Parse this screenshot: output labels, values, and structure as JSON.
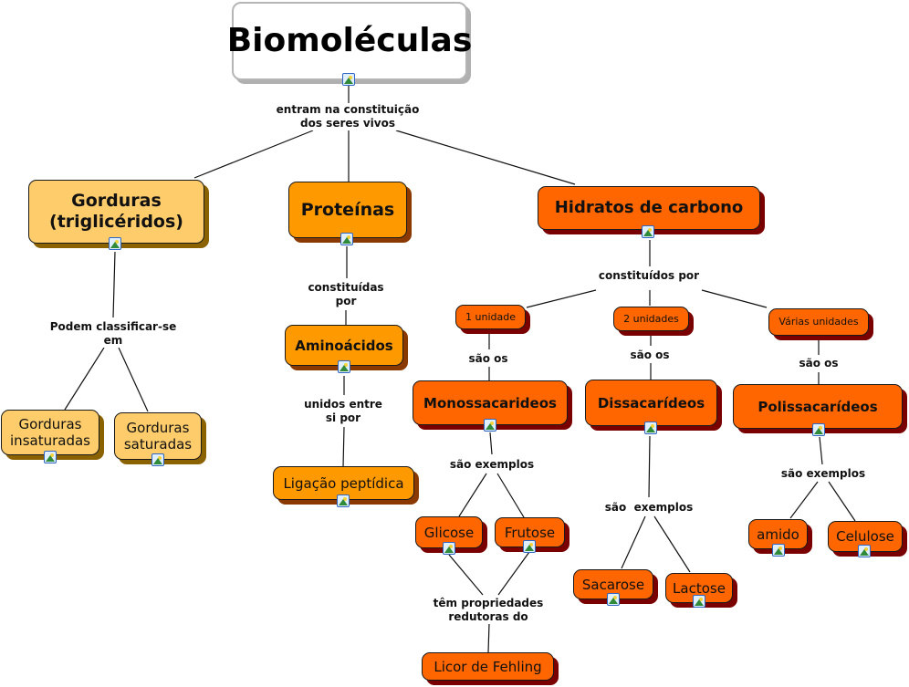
{
  "title": "Biomoléculas",
  "colors": {
    "root_fill": "#ffffff",
    "fats_fill": "#fecc6a",
    "proteins_fill": "#ff9900",
    "carbs_fill": "#ff6600",
    "line": "#111111"
  },
  "link_labels": {
    "root_link": "entram na constituição\ndos seres vivos",
    "fats_link": "Podem classificar-se\nem",
    "proteins_link": "constituídas\npor",
    "aminoacids_link": "unidos entre\nsi por",
    "carbs_link": "constituídos por",
    "one_unit_link": "são os",
    "two_units_link": "são os",
    "many_units_link": "são os",
    "mono_link": "são exemplos",
    "di_link": "são  exemplos",
    "poly_link": "são exemplos",
    "reducing_link": "têm propriedades\nredutoras do"
  },
  "nodes": {
    "gorduras": "Gorduras\n(triglicéridos)",
    "proteinas": "Proteínas",
    "hidratos": "Hidratos de carbono",
    "gorduras_insaturadas": "Gorduras\ninsaturadas",
    "gorduras_saturadas": "Gorduras\nsaturadas",
    "aminoacidos": "Aminoácidos",
    "ligacao_peptidica": "Ligação peptídica",
    "uma_unidade": "1 unidade",
    "duas_unidades": "2 unidades",
    "varias_unidades": "Várias unidades",
    "monossacarideos": "Monossacarideos",
    "dissacarideos": "Dissacarídeos",
    "polissacarideos": "Polissacarídeos",
    "glicose": "Glicose",
    "frutose": "Frutose",
    "sacarose": "Sacarose",
    "lactose": "Lactose",
    "amido": "amido",
    "celulose": "Celulose",
    "licor_fehling": "Licor de Fehling"
  }
}
